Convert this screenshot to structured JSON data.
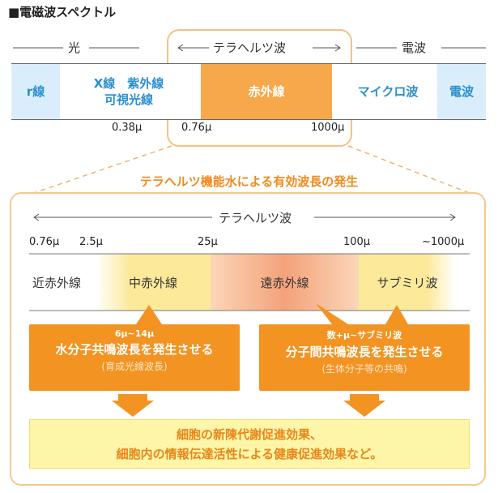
{
  "title": "■電磁波スペクトル",
  "spectrum": {
    "categories": {
      "light": "光",
      "terahertz": "テラヘルツ波",
      "radio": "電波"
    },
    "cells": {
      "gamma": "r線",
      "xray_uv_visible": "X線　紫外線\n可視光線",
      "infrared": "赤外線",
      "microwave": "マイクロ波",
      "radio": "電波"
    },
    "scale": [
      "0.38μ",
      "0.76μ",
      "1000μ"
    ]
  },
  "detail": {
    "heading": "テラヘルツ機能水による有効波長の発生",
    "axis_label": "テラヘルツ波",
    "ticks": [
      "0.76μ",
      "2.5μ",
      "25μ",
      "100μ",
      "~1000μ"
    ],
    "regions": [
      "近赤外線",
      "中赤外線",
      "遠赤外線",
      "サブミリ波"
    ],
    "callouts": [
      {
        "range": "6μ~14μ",
        "main": "水分子共鳴波長を発生させる",
        "note": "(育成光線波長)"
      },
      {
        "range": "数+μ~サブミリ波",
        "main": "分子間共鳴波長を発生させる",
        "note": "(生体分子等の共鳴)"
      }
    ],
    "result": "細胞の新陳代謝促進効果、\n細胞内の情報伝達活性による健康促進効果など。"
  },
  "colors": {
    "blue_text": "#2a8fd0",
    "light_blue": "#d9eefa",
    "orange": "#f39322",
    "heading_orange": "#f08a1c",
    "result_bg": "#fdf6a8"
  }
}
